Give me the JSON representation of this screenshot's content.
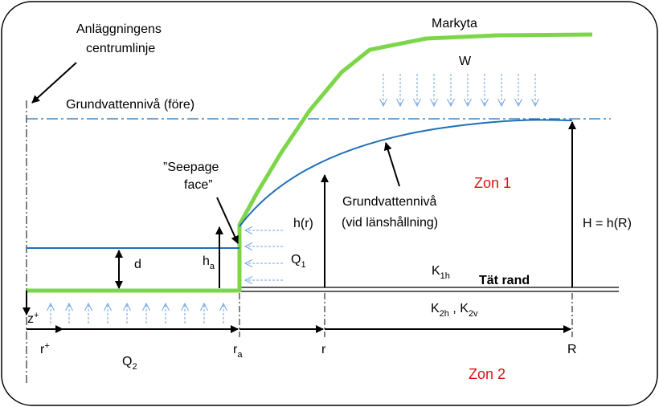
{
  "labels": {
    "anlaggning_line1": "Anläggningens",
    "anlaggning_line2": "centrumlinje",
    "markyta": "Markyta",
    "w": "W",
    "gv_fore": "Grundvattennivå (före)",
    "seepage_line1": "”Seepage",
    "seepage_line2": "face”",
    "zon1": "Zon 1",
    "zon2": "Zon 2",
    "gv_vid_line1": "Grundvattennivå",
    "gv_vid_line2": "(vid länshållning)",
    "h_of_r": "h(r)",
    "H_eq": "H = h(R)",
    "d": "d",
    "h_main": "h",
    "h_sub": "a",
    "Q1_main": "Q",
    "Q1_sub": "1",
    "Q2_main": "Q",
    "Q2_sub": "2",
    "K1h_main": "K",
    "K1h_sub": "1h",
    "tat_rand": "Tät rand",
    "K2h_main": "K",
    "K2h_sub": "2h",
    "K2v_sep": " , K",
    "K2v_sub": "2v",
    "z_main": "z",
    "z_sup": "+",
    "rplus_main": "r",
    "rplus_sup": "+",
    "ra_main": "r",
    "ra_sub": "a",
    "r": "r",
    "R": "R"
  },
  "colors": {
    "ground_surface": "#7dd64a",
    "water_table": "#1f6fb8",
    "flow_arrows": "#6fa0e0",
    "zone_text": "#e01010"
  }
}
